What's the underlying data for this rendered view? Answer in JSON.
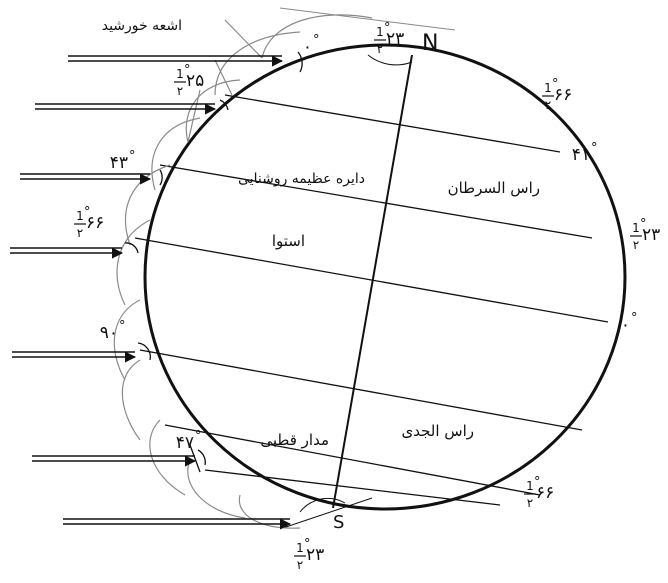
{
  "labels": {
    "sun_rays": "اشعه خورشید",
    "north": "N",
    "south": "S",
    "great_circle": "دایره عظیمه روشنایی",
    "tropic_cancer": "راس السرطان",
    "equator": "استوا",
    "tropic_capricorn": "راس الجدی",
    "polar_circle": "مدار قطبی"
  },
  "angles_left": [
    {
      "whole": "۰",
      "frac": "",
      "deg": "°",
      "name": "angle-0-top"
    },
    {
      "whole": "۲۵",
      "frac": "1/۲",
      "deg": "°",
      "name": "angle-25-half"
    },
    {
      "whole": "۴۳",
      "frac": "",
      "deg": "°",
      "name": "angle-43"
    },
    {
      "whole": "۶۶",
      "frac": "1/۲",
      "deg": "°",
      "name": "angle-66-half-left"
    },
    {
      "whole": "۹۰",
      "frac": "",
      "deg": "°",
      "name": "angle-90"
    },
    {
      "whole": "۴۷",
      "frac": "",
      "deg": "°",
      "name": "angle-47"
    }
  ],
  "angles_right": [
    {
      "whole": "۶۶",
      "frac": "1/۲",
      "deg": "°",
      "name": "lat-66-half-top"
    },
    {
      "whole": "۴۱",
      "frac": "",
      "deg": "°",
      "name": "lat-41"
    },
    {
      "whole": "۲۳",
      "frac": "1/۲",
      "deg": "°",
      "name": "lat-23-half-right"
    },
    {
      "whole": "۰",
      "frac": "",
      "deg": "°",
      "name": "lat-0"
    },
    {
      "whole": "۶۶",
      "frac": "1/۲",
      "deg": "°",
      "name": "lat-66-half-bottom"
    }
  ],
  "angles_poles": [
    {
      "whole": "۲۳",
      "frac": "1/۲",
      "deg": "°",
      "name": "pole-angle-north"
    },
    {
      "whole": "۲۳",
      "frac": "1/۲",
      "deg": "°",
      "name": "pole-angle-south"
    }
  ]
}
